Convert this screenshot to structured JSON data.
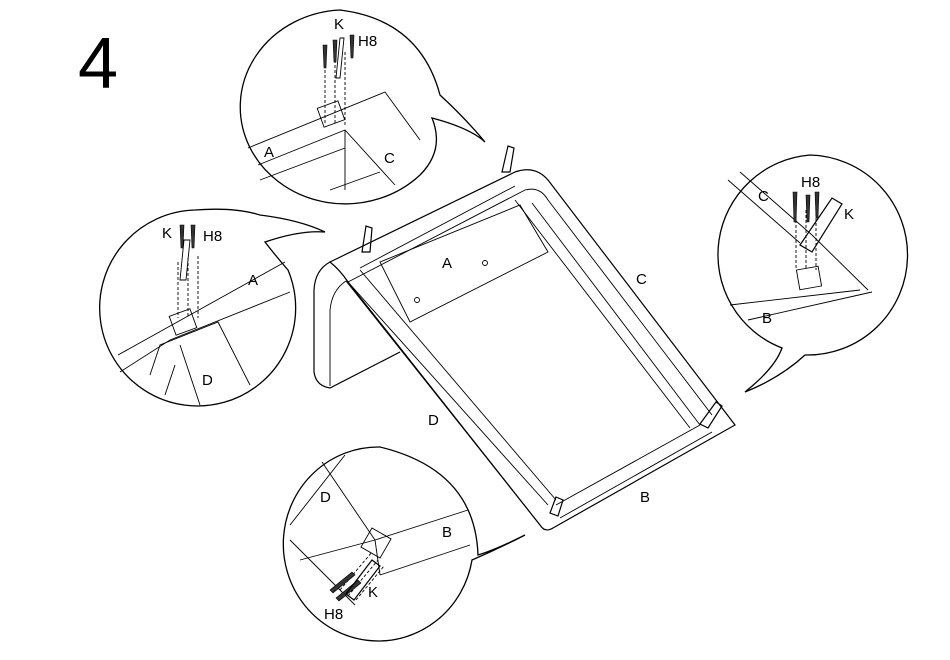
{
  "step_number": "4",
  "main_panels": {
    "panel_a": "A",
    "panel_b": "B",
    "panel_c": "C",
    "panel_d": "D"
  },
  "detail_top": {
    "part_k": "K",
    "part_h8": "H8",
    "panel_a": "A",
    "panel_c": "C"
  },
  "detail_left": {
    "part_k": "K",
    "part_h8": "H8",
    "panel_a": "A",
    "panel_d": "D"
  },
  "detail_right": {
    "part_c": "C",
    "part_h8": "H8",
    "part_k": "K",
    "panel_b": "B"
  },
  "detail_bottom": {
    "panel_d": "D",
    "panel_b": "B",
    "part_k": "K",
    "part_h8": "H8"
  }
}
